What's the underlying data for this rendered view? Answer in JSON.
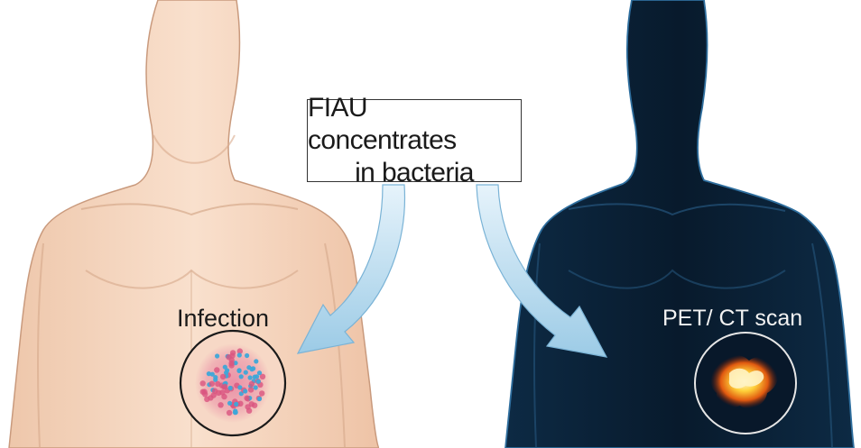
{
  "callout": {
    "line1": "FIAU concentrates",
    "line2": "in bacteria"
  },
  "left_panel": {
    "label": "Infection"
  },
  "right_panel": {
    "label": "PET/ CT scan"
  },
  "colors": {
    "skin": "#f7d9c3",
    "skin_shadow": "#e8bca0",
    "scan_body": "#0b2036",
    "scan_glow": "#1c4a72",
    "arrow": "#a9d4ec",
    "bacteria_pink": "#d9557f",
    "bacteria_blue": "#3ea6d8",
    "hotspot": "#ffcc33"
  }
}
